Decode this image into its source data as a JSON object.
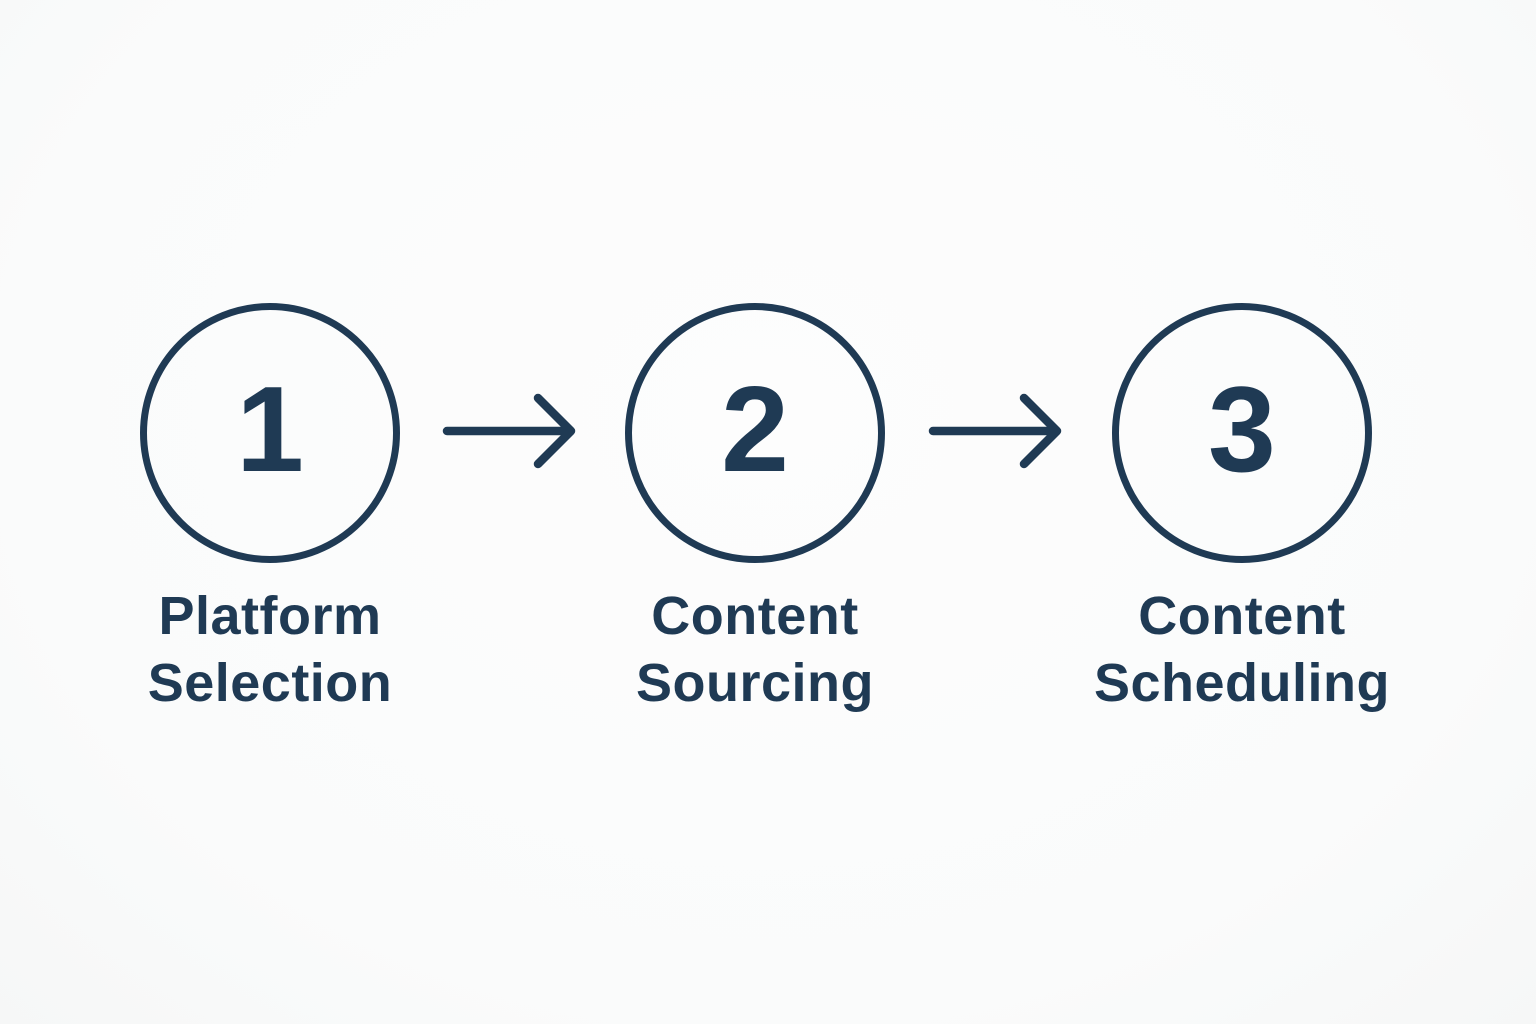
{
  "diagram": {
    "type": "process-flow",
    "direction": "left-to-right",
    "colors": {
      "accent": "#1f3a54",
      "background": "#fbfbfc"
    },
    "connector_icon": "arrow-right-icon",
    "steps": [
      {
        "number": "1",
        "label_line1": "Platform",
        "label_line2": "Selection"
      },
      {
        "number": "2",
        "label_line1": "Content",
        "label_line2": "Sourcing"
      },
      {
        "number": "3",
        "label_line1": "Content",
        "label_line2": "Scheduling"
      }
    ]
  }
}
